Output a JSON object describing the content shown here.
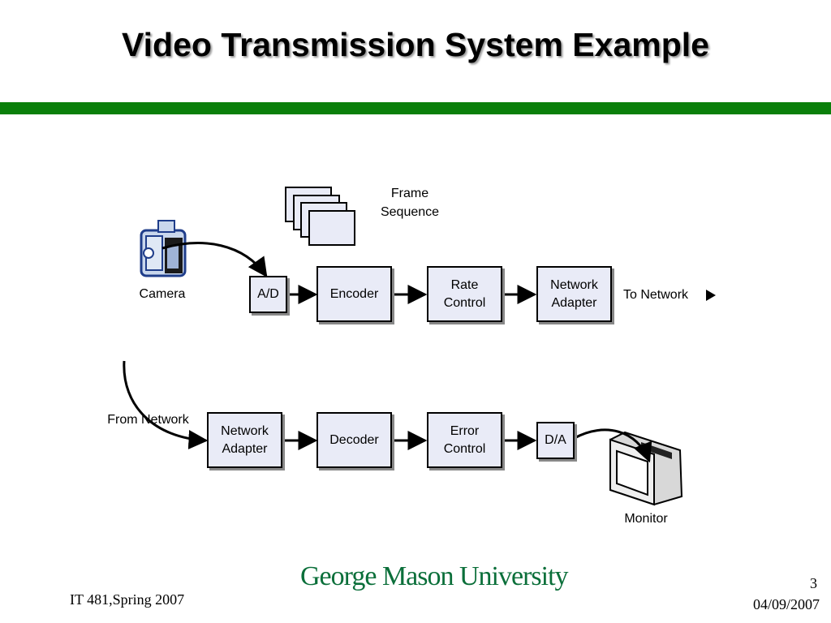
{
  "title": "Video Transmission System Example",
  "colors": {
    "accent_bar": "#0a7f0a",
    "box_fill": "#e9ebf7",
    "logo": "#0b6f3a"
  },
  "labels": {
    "frame_sequence": "Frame\nSequence",
    "camera": "Camera",
    "to_network": "To Network",
    "from_network": "From Network",
    "monitor": "Monitor"
  },
  "transmit_chain": {
    "ad": "A/D",
    "encoder": "Encoder",
    "rate_control": "Rate\nControl",
    "network_adapter": "Network\nAdapter"
  },
  "receive_chain": {
    "network_adapter": "Network\nAdapter",
    "decoder": "Decoder",
    "error_control": "Error\nControl",
    "da": "D/A"
  },
  "icons": {
    "camera": "camera-icon",
    "monitor": "monitor-icon",
    "frames": "frame-stack-icon"
  },
  "footer": {
    "course": "IT 481,Spring 2007",
    "logo": "George Mason University",
    "page": "3",
    "date": "04/09/2007"
  }
}
